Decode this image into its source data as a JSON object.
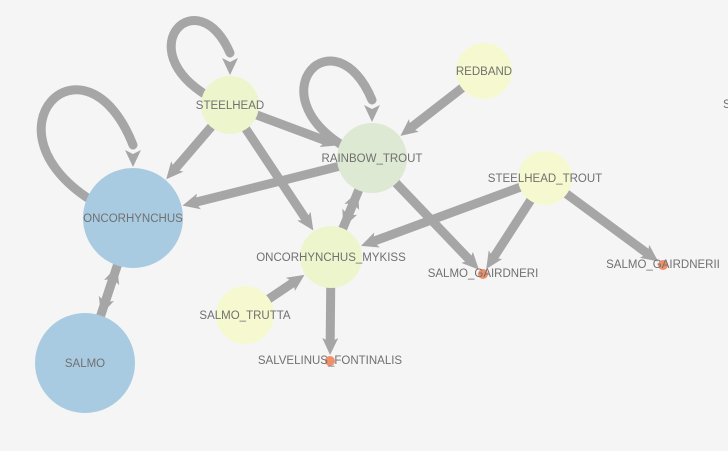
{
  "graph": {
    "colors": {
      "background": "#f5f5f5",
      "edge": "#a6a6a6",
      "label": "#707070",
      "blue": "#a9cbe2",
      "light_green": "#dde9d2",
      "yellow_green": "#edf5cd",
      "pale_yellow": "#f6f9cf",
      "orange": "#f0906a"
    },
    "nodes": [
      {
        "id": "ONCORHYNCHUS",
        "label": "ONCORHYNCHUS",
        "color": "blue"
      },
      {
        "id": "SALMO",
        "label": "SALMO",
        "color": "blue"
      },
      {
        "id": "STEELHEAD",
        "label": "STEELHEAD",
        "color": "yellow_green"
      },
      {
        "id": "RAINBOW_TROUT",
        "label": "RAINBOW_TROUT",
        "color": "light_green"
      },
      {
        "id": "REDBAND",
        "label": "REDBAND",
        "color": "pale_yellow"
      },
      {
        "id": "STEELHEAD_TROUT",
        "label": "STEELHEAD_TROUT",
        "color": "pale_yellow"
      },
      {
        "id": "ONCORHYNCHUS_MYKISS",
        "label": "ONCORHYNCHUS_MYKISS",
        "color": "yellow_green"
      },
      {
        "id": "SALMO_TRUTTA",
        "label": "SALMO_TRUTTA",
        "color": "pale_yellow"
      },
      {
        "id": "SALMO_GAIRDNERI",
        "label": "SALMO_GAIRDNERI",
        "color": "orange"
      },
      {
        "id": "SALMO_GAIRDNERII",
        "label": "SALMO_GAIRDNERII",
        "color": "orange"
      },
      {
        "id": "SALVELINUS_FONTINALIS",
        "label": "SALVELINUS_FONTINALIS",
        "color": "orange"
      }
    ],
    "edges": [
      {
        "from": "ONCORHYNCHUS",
        "to": "ONCORHYNCHUS"
      },
      {
        "from": "STEELHEAD",
        "to": "STEELHEAD"
      },
      {
        "from": "RAINBOW_TROUT",
        "to": "RAINBOW_TROUT"
      },
      {
        "from": "ONCORHYNCHUS",
        "to": "SALMO"
      },
      {
        "from": "SALMO",
        "to": "ONCORHYNCHUS"
      },
      {
        "from": "STEELHEAD",
        "to": "ONCORHYNCHUS"
      },
      {
        "from": "STEELHEAD",
        "to": "RAINBOW_TROUT"
      },
      {
        "from": "STEELHEAD",
        "to": "ONCORHYNCHUS_MYKISS"
      },
      {
        "from": "RAINBOW_TROUT",
        "to": "ONCORHYNCHUS"
      },
      {
        "from": "RAINBOW_TROUT",
        "to": "ONCORHYNCHUS_MYKISS"
      },
      {
        "from": "ONCORHYNCHUS_MYKISS",
        "to": "RAINBOW_TROUT"
      },
      {
        "from": "RAINBOW_TROUT",
        "to": "SALMO_GAIRDNERI"
      },
      {
        "from": "REDBAND",
        "to": "RAINBOW_TROUT"
      },
      {
        "from": "STEELHEAD_TROUT",
        "to": "ONCORHYNCHUS_MYKISS"
      },
      {
        "from": "STEELHEAD_TROUT",
        "to": "SALMO_GAIRDNERI"
      },
      {
        "from": "STEELHEAD_TROUT",
        "to": "SALMO_GAIRDNERII"
      },
      {
        "from": "SALMO_TRUTTA",
        "to": "ONCORHYNCHUS_MYKISS"
      },
      {
        "from": "ONCORHYNCHUS_MYKISS",
        "to": "SALVELINUS_FONTINALIS"
      }
    ],
    "edge_label_fragment": "S"
  }
}
